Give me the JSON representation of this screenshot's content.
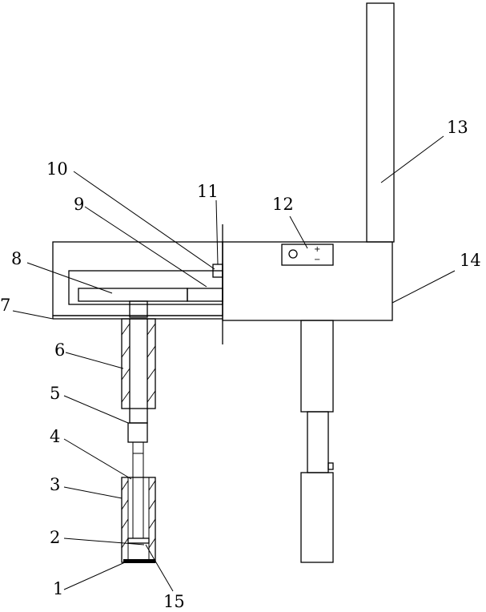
{
  "labels": {
    "l1": "1",
    "l2": "2",
    "l3": "3",
    "l4": "4",
    "l5": "5",
    "l6": "6",
    "l7": "7",
    "l8": "8",
    "l9": "9",
    "l10": "10",
    "l11": "11",
    "l12": "12",
    "l13": "13",
    "l14": "14",
    "l15": "15"
  },
  "switch_symbols": {
    "plus": "+",
    "minus": "−"
  }
}
